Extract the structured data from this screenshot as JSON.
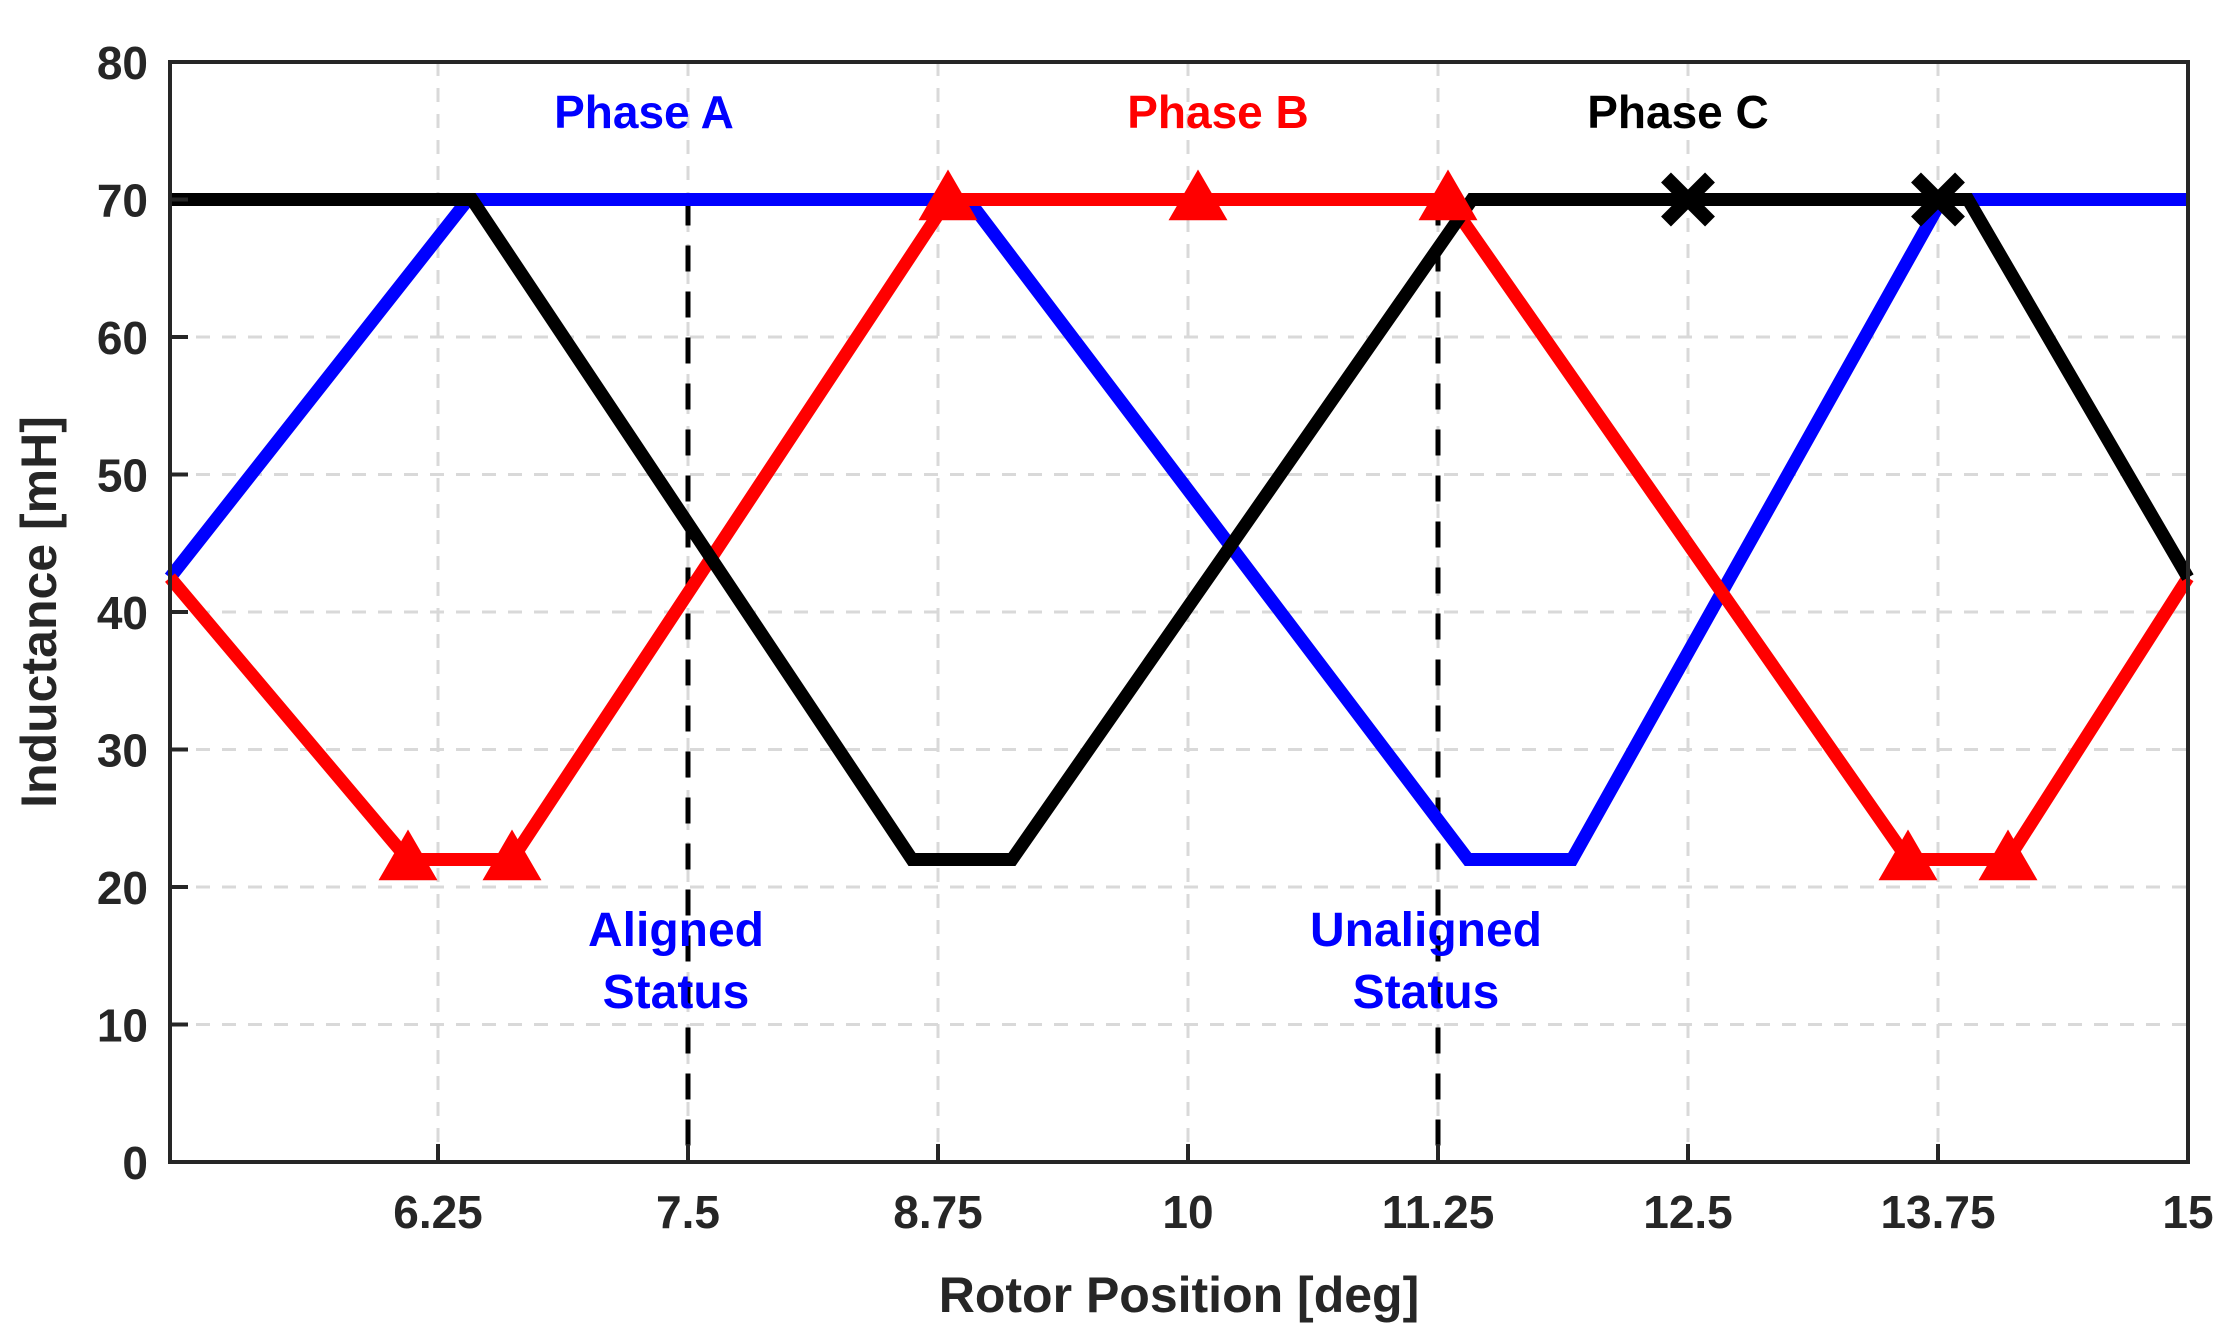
{
  "chart_data": {
    "type": "line",
    "title": "",
    "xlabel": "Rotor Position [deg]",
    "ylabel": "Inductance [mH]",
    "xlim": [
      4.91,
      15
    ],
    "ylim": [
      0,
      80
    ],
    "xticks": [
      6.25,
      7.5,
      8.75,
      10,
      11.25,
      12.5,
      13.75,
      15
    ],
    "xticklabels": [
      "6.25",
      "7.5",
      "8.75",
      "10",
      "11.25",
      "12.5",
      "13.75",
      "15"
    ],
    "yticks": [
      0,
      10,
      20,
      30,
      40,
      50,
      60,
      70,
      80
    ],
    "yticklabels": [
      "0",
      "10",
      "20",
      "30",
      "40",
      "50",
      "60",
      "70",
      "80"
    ],
    "grid": true,
    "legend_position": "inside-top",
    "l_max": 70,
    "l_min": 22,
    "period_deg": 2.5,
    "series": [
      {
        "name": "Phase A",
        "color": "#0000FF",
        "marker": "none",
        "points": [
          [
            4.91,
            42.5
          ],
          [
            6.4,
            70
          ],
          [
            8.9,
            70
          ],
          [
            11.4,
            22
          ],
          [
            11.92,
            22
          ],
          [
            13.77,
            70
          ],
          [
            15.0,
            70
          ]
        ]
      },
      {
        "name": "Phase B",
        "color": "#FF0000",
        "marker": "triangle-up",
        "points": [
          [
            4.91,
            42.5
          ],
          [
            6.1,
            22
          ],
          [
            6.62,
            22
          ],
          [
            8.8,
            70
          ],
          [
            11.3,
            70
          ],
          [
            13.6,
            22
          ],
          [
            14.1,
            22
          ],
          [
            15.0,
            42.5
          ]
        ],
        "marker_points": [
          [
            6.1,
            22
          ],
          [
            6.62,
            22
          ],
          [
            8.8,
            70
          ],
          [
            10.05,
            70
          ],
          [
            11.3,
            70
          ],
          [
            13.6,
            22
          ],
          [
            14.1,
            22
          ]
        ]
      },
      {
        "name": "Phase C",
        "color": "#000000",
        "marker": "x",
        "points": [
          [
            4.91,
            70
          ],
          [
            6.42,
            70
          ],
          [
            8.62,
            22
          ],
          [
            9.12,
            22
          ],
          [
            11.42,
            70
          ],
          [
            13.9,
            70
          ],
          [
            15.0,
            42.5
          ]
        ],
        "marker_points": [
          [
            12.5,
            70
          ],
          [
            13.75,
            70
          ]
        ]
      }
    ],
    "annotations": [
      {
        "name": "aligned",
        "lines": [
          "Aligned",
          "Status"
        ],
        "x": 7.5,
        "color": "#0000FF",
        "vline_top": 70,
        "vline_bottom": 0
      },
      {
        "name": "unaligned",
        "lines": [
          "Unaligned",
          "Status"
        ],
        "x": 11.25,
        "color": "#0000FF",
        "vline_top": 70,
        "vline_bottom": 0
      }
    ],
    "legend": [
      {
        "label": "Phase A",
        "color": "#0000FF",
        "x": 7.28,
        "y": 75.2
      },
      {
        "label": "Phase B",
        "color": "#FF0000",
        "x": 10.15,
        "y": 75.2
      },
      {
        "label": "Phase C",
        "color": "#000000",
        "x": 12.45,
        "y": 75.2
      }
    ]
  },
  "axis": {
    "x_title": "Rotor Position [deg]",
    "y_title": "Inductance [mH]"
  }
}
